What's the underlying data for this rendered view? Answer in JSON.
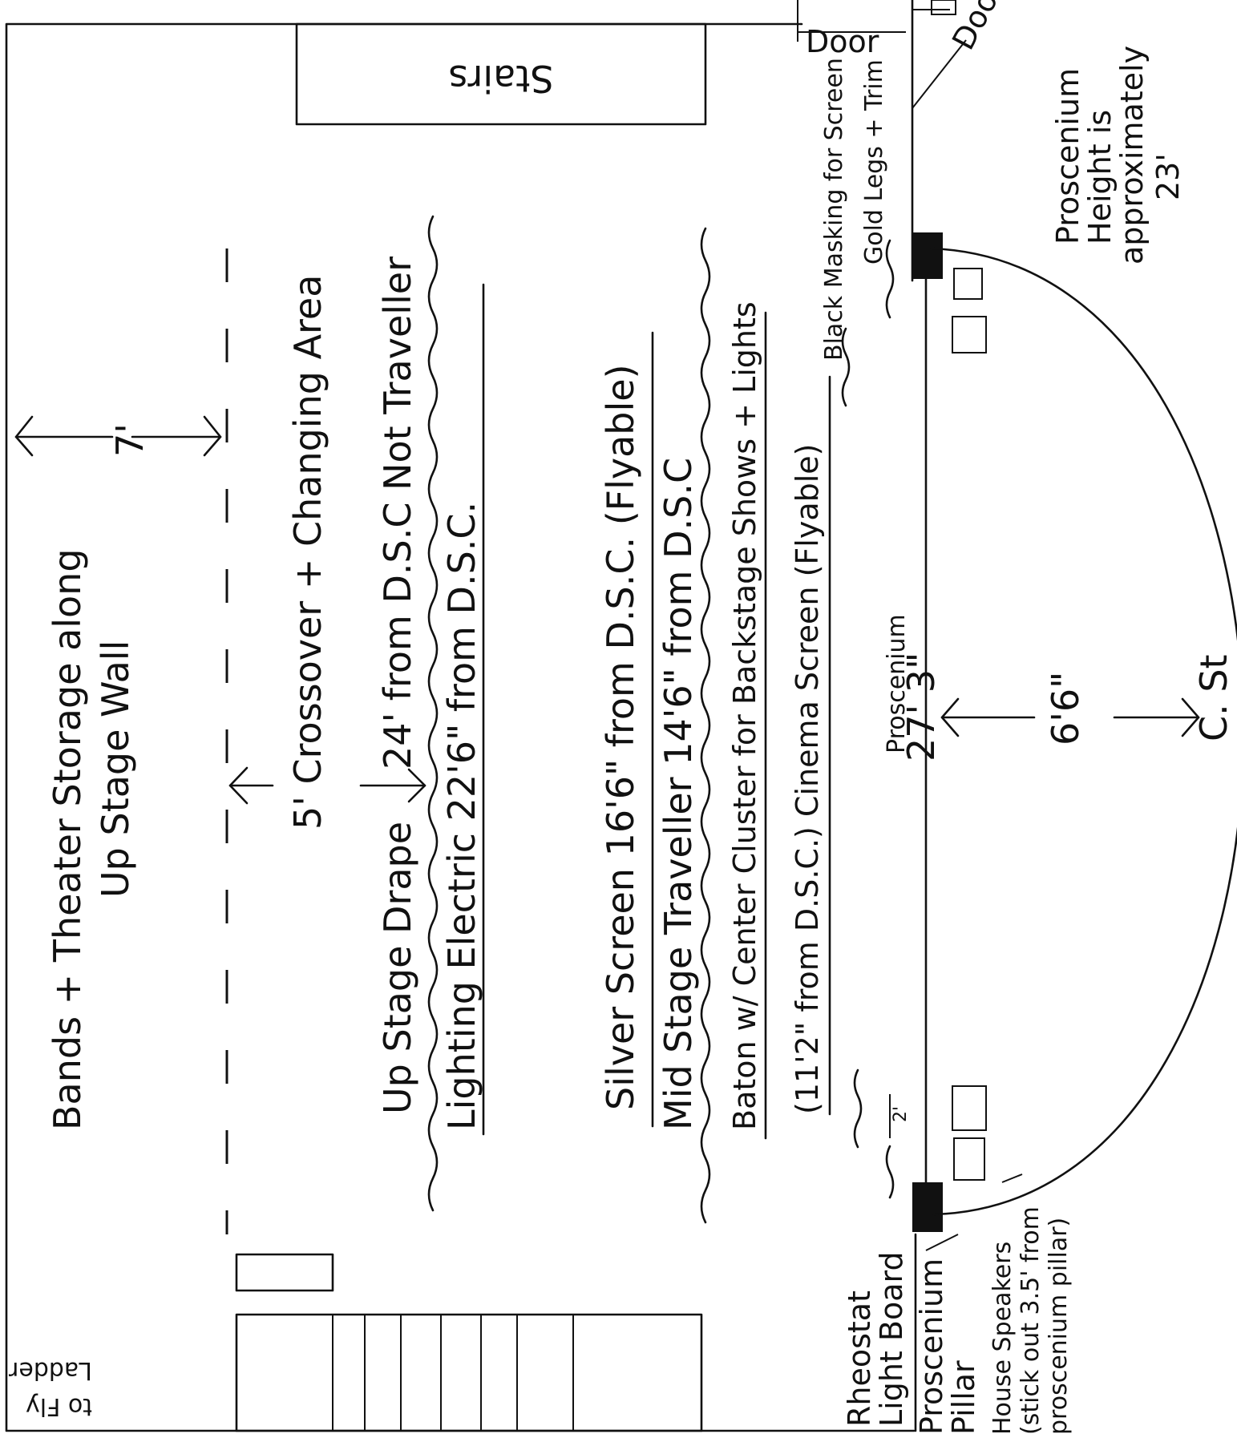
{
  "labels": {
    "door_top": "Door",
    "door_right": "Door",
    "stairs": "Stairs",
    "storage_line1": "Bands + Theater Storage along",
    "storage_line2": "Up Stage Wall",
    "storage_dim": "7'",
    "crossover": "5' Crossover + Changing Area",
    "upstage_drape": "Up Stage Drape",
    "upstage_drape_dist": "24' from D.S.C Not Traveller",
    "lighting_electric": "Lighting Electric 22'6\" from D.S.C.",
    "silver_screen": "Silver Screen 16'6\" from D.S.C. (Flyable)",
    "mid_stage_traveller": "Mid Stage Traveller 14'6\" from D.S.C",
    "baton": "Baton w/ Center Cluster for Backstage Shows + Lights",
    "cinema_screen": "(11'2\" from D.S.C.) Cinema Screen (Flyable)",
    "black_masking": "Black Masking for Screen",
    "gold_legs": "Gold Legs + Trim",
    "proscenium_width_label": "Proscenium",
    "proscenium_width": "27' 3\"",
    "apron_depth": "6'6\"",
    "center_stage": "C. St",
    "proscenium_height_1": "Proscenium",
    "proscenium_height_2": "Height is",
    "proscenium_height_3": "approximately",
    "proscenium_height_4": "23'",
    "masking_dim": "2'",
    "rheostat_1": "Rheostat",
    "rheostat_2": "Light Board",
    "pillar_1": "Proscenium",
    "pillar_2": "Pillar",
    "speakers_1": "House Speakers",
    "speakers_2": "(stick out 3.5' from",
    "speakers_3": "proscenium pillar)",
    "ladder_1": "Ladder",
    "ladder_2": "to Fly"
  }
}
